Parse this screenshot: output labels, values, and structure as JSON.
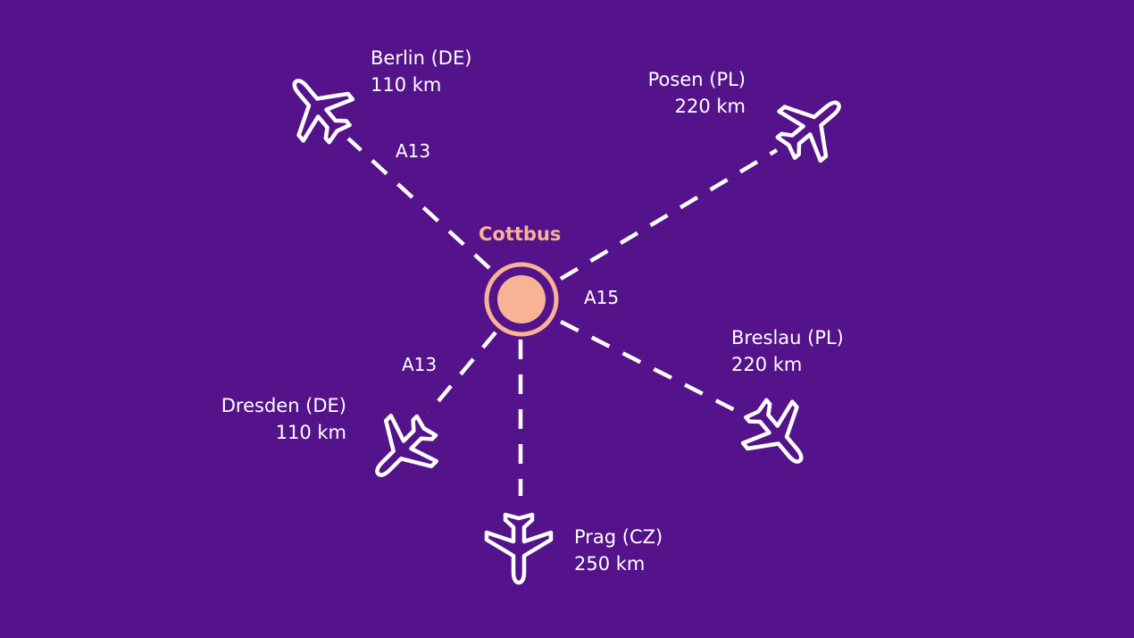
{
  "colors": {
    "background": "#54138a",
    "line": "#ffffff",
    "center": "#f7b394",
    "center_text": "#f7b394"
  },
  "center": {
    "name": "Cottbus"
  },
  "destinations": [
    {
      "id": "berlin",
      "name": "Berlin (DE)",
      "distance": "110 km",
      "icon": "airplane-icon"
    },
    {
      "id": "posen",
      "name": "Posen (PL)",
      "distance": "220 km",
      "icon": "airplane-icon"
    },
    {
      "id": "breslau",
      "name": "Breslau (PL)",
      "distance": "220 km",
      "icon": "airplane-icon"
    },
    {
      "id": "prag",
      "name": "Prag (CZ)",
      "distance": "250 km",
      "icon": "airplane-icon"
    },
    {
      "id": "dresden",
      "name": "Dresden (DE)",
      "distance": "110 km",
      "icon": "airplane-icon"
    }
  ],
  "roads": [
    {
      "id": "a13-north",
      "label": "A13"
    },
    {
      "id": "a15",
      "label": "A15"
    },
    {
      "id": "a13-south",
      "label": "A13"
    }
  ]
}
